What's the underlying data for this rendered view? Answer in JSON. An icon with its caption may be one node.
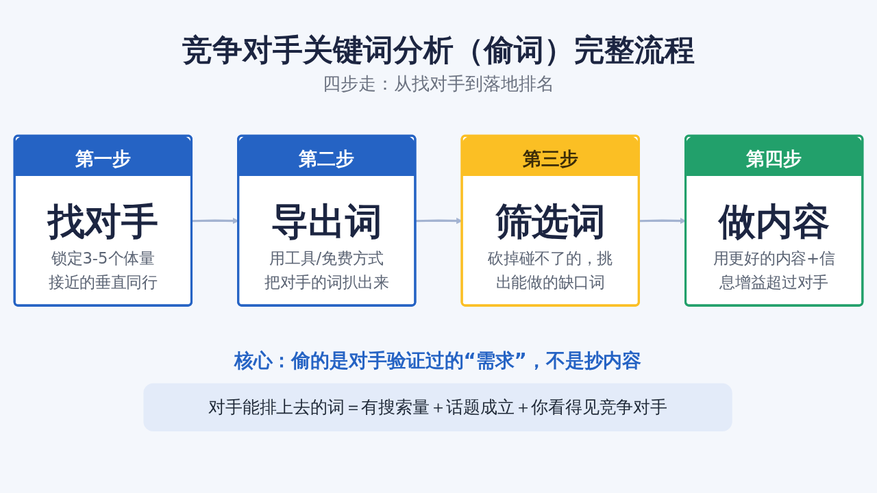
{
  "diagram": {
    "title": "竞争对手关键词分析（偷词）完整流程",
    "nodes": [
      {
        "text": [
          "第一步",
          "找对手",
          "锁定3-5个体量接近的垂直同行"
        ]
      },
      {
        "text": [
          "第二步",
          "导出词",
          "用工具/免费方式把对手的词扒出来"
        ]
      },
      {
        "text": [
          "第三步",
          "筛选词",
          "砍掉碰不了的，挑出能做的缺口词"
        ]
      },
      {
        "text": [
          "第四步",
          "做内容",
          "用更好的内容+信息增益超过对手"
        ]
      },
      {
        "text": [
          "核心：偷的是对手验证过的“需求”，不是抄内容",
          "对手能排上去的词＝有搜索量＋话题成立＋你看得见竞争对手"
        ]
      }
    ],
    "edges": [
      {
        "from": 0,
        "to": 1,
        "arrow": "to"
      },
      {
        "from": 1,
        "to": 2,
        "arrow": "to"
      },
      {
        "from": 2,
        "to": 3,
        "arrow": "to"
      }
    ],
    "labels": [
      "四步走：从找对手到落地排名"
    ]
  }
}
